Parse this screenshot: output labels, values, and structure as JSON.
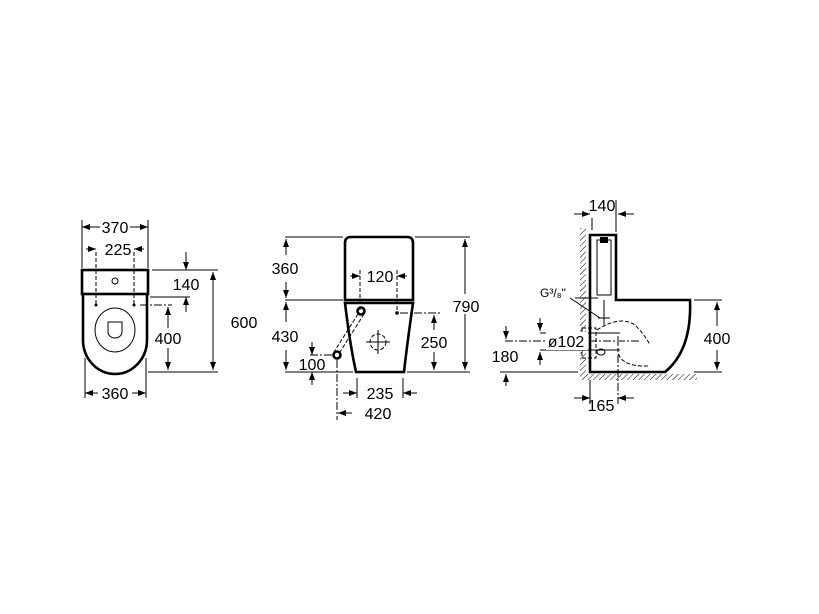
{
  "plan_view": {
    "width_top": "370",
    "width_holes": "225",
    "tank_depth": "140",
    "total_depth": "600",
    "seat_depth": "400",
    "width_bottom": "360"
  },
  "front_view": {
    "tank_height": "360",
    "bowl_height": "430",
    "total_height": "790",
    "hole_spacing": "120",
    "inlet_height": "250",
    "supply_height": "100",
    "base_width": "235",
    "supply_offset": "420"
  },
  "side_view": {
    "tank_depth": "140",
    "thread": "G³/₈\"",
    "outlet_diameter": "ø102",
    "outlet_height": "180",
    "bowl_height": "400",
    "outlet_offset": "165"
  },
  "colors": {
    "line": "#000000",
    "background": "#ffffff"
  }
}
